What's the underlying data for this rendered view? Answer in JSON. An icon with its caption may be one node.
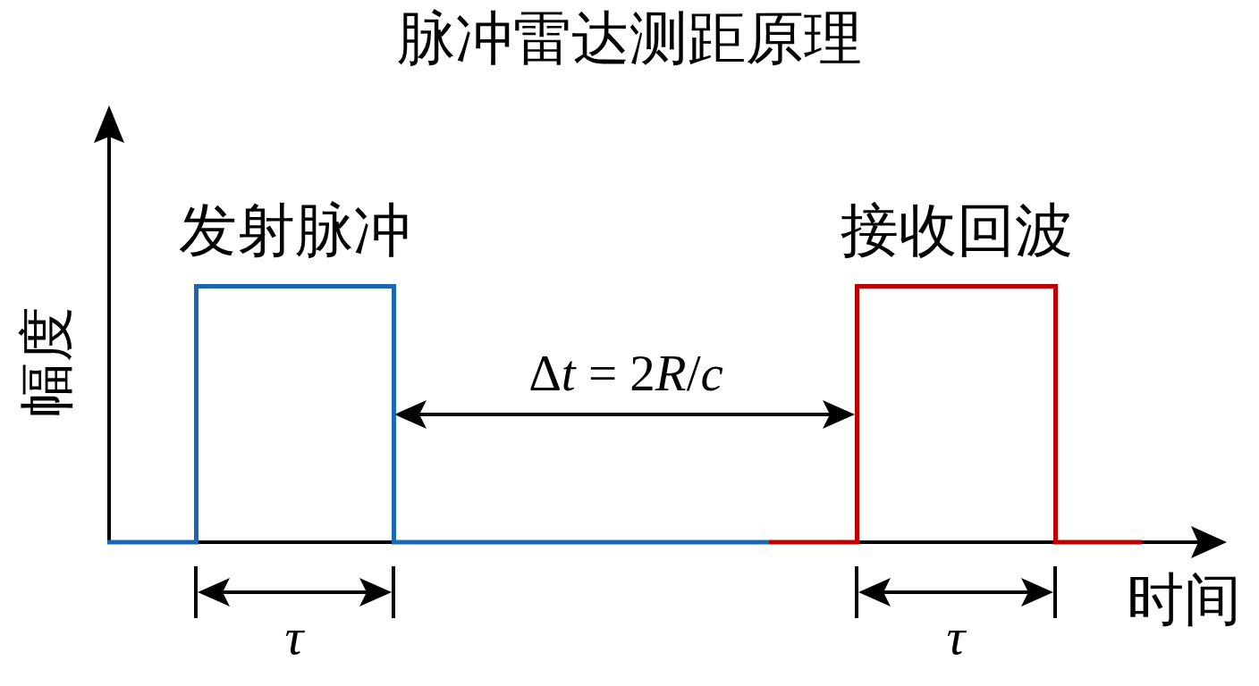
{
  "diagram": {
    "title": "脉冲雷达测距原理",
    "nodes": [
      {
        "text": [
          "发射脉冲"
        ]
      },
      {
        "text": [
          "接收回波"
        ]
      }
    ],
    "labels": [
      "幅度",
      "Δt = 2R/c",
      "τ",
      "τ",
      "时间"
    ]
  }
}
